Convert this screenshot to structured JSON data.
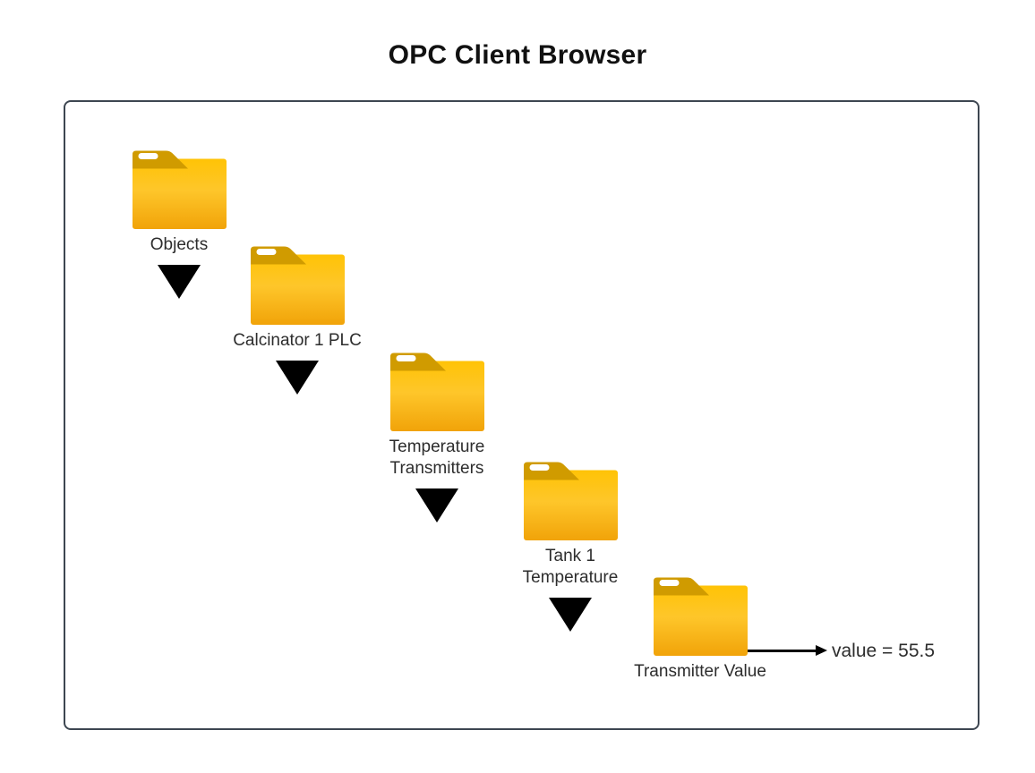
{
  "page": {
    "title": "OPC Client Browser"
  },
  "diagram": {
    "description": "OPC tag hierarchy browsed from root to tag value",
    "nodes": [
      {
        "id": "objects",
        "label": "Objects",
        "icon": "folder-icon",
        "expandable": true
      },
      {
        "id": "calcinator-1-plc",
        "label": "Calcinator 1 PLC",
        "icon": "folder-icon",
        "expandable": true
      },
      {
        "id": "temperature-transmitters",
        "label": "Temperature\nTransmitters",
        "icon": "folder-icon",
        "expandable": true
      },
      {
        "id": "tank-1-temperature",
        "label": "Tank 1\nTemperature",
        "icon": "folder-icon",
        "expandable": true
      },
      {
        "id": "transmitter-value",
        "label": "Transmitter Value",
        "icon": "folder-icon",
        "expandable": false
      }
    ],
    "value_annotation": {
      "text": "value = 55.5",
      "arrow_icon": "arrow-right-icon"
    }
  },
  "colors": {
    "folder_body_top": "#ffc306",
    "folder_body_mid": "#fec62a",
    "folder_body_bottom": "#f1a309",
    "folder_tab": "#d09b00",
    "panel_border": "#3d4651",
    "expand_triangle": "#000000",
    "arrow": "#000000",
    "label_text": "#2d2d2d",
    "title_text": "#111111",
    "background": "#ffffff"
  }
}
